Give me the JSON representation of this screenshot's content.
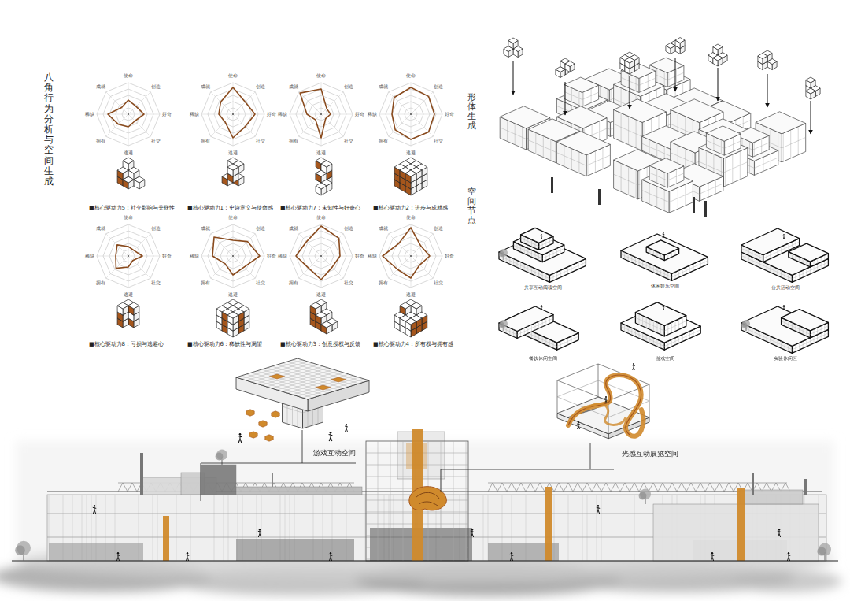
{
  "diagram": {
    "title": "八角行为分析与空间生成",
    "labels": [
      "■核心驱动力5：社交影响与关联性",
      "■核心驱动力1：史诗意义与使命感",
      "■核心驱动力7：未知性与好奇心",
      "■核心驱动力2：进步与成就感",
      "■核心驱动力8：亏损与逃避心",
      "■核心驱动力6：稀缺性与渴望",
      "■核心驱动力3：创意授权与反馈",
      "■核心驱动力4：所有权与拥有感",
      "形体生成",
      "空间节点",
      "共享互动阅读空间",
      "休闲娱乐空间",
      "公共活动空间",
      "餐饮休闲空间",
      "游戏空间",
      "实验休闲区",
      "游戏互动空间",
      "光感互动展览空间",
      "使命",
      "创造",
      "好奇",
      "社交",
      "逃避",
      "拥有",
      "稀缺",
      "成就",
      "使命",
      "创造",
      "好奇",
      "社交",
      "逃避",
      "拥有",
      "稀缺",
      "成就",
      "使命",
      "创造",
      "好奇",
      "社交",
      "逃避",
      "拥有",
      "稀缺",
      "成就",
      "使命",
      "创造",
      "好奇",
      "社交",
      "逃避",
      "拥有",
      "稀缺",
      "成就",
      "使命",
      "创造",
      "好奇",
      "社交",
      "逃避",
      "拥有",
      "稀缺",
      "成就",
      "使命",
      "创造",
      "好奇",
      "社交",
      "逃避",
      "拥有",
      "稀缺",
      "成就",
      "使命",
      "创造",
      "好奇",
      "社交",
      "逃避",
      "拥有",
      "稀缺",
      "成就",
      "使命",
      "创造",
      "好奇",
      "社交",
      "逃避",
      "拥有",
      "稀缺",
      "成就"
    ]
  }
}
